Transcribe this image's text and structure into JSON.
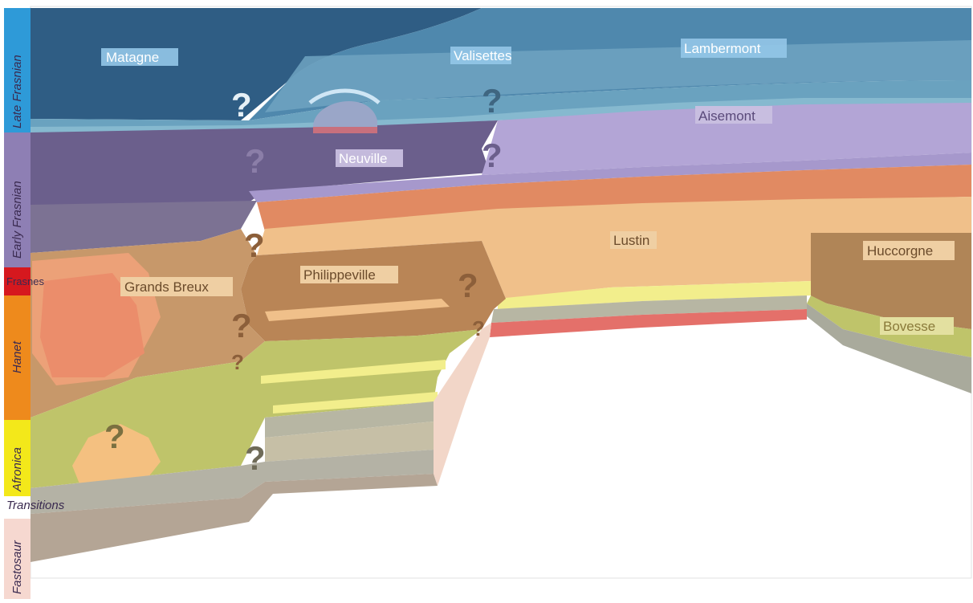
{
  "zones": [
    {
      "id": "late-frasnian",
      "label": "Late Frasnian",
      "color": "#2e9ad8"
    },
    {
      "id": "early-frasnian",
      "label": "Early Frasnian",
      "color": "#8e7fb4"
    },
    {
      "id": "frasnes",
      "label": "Frasnes",
      "color": "#d6181e"
    },
    {
      "id": "hanonet",
      "label": "Hanet",
      "color": "#ee8a1c"
    },
    {
      "id": "ahrendt",
      "label": "Afronica",
      "color": "#f3e81a"
    },
    {
      "id": "transitions",
      "label": "Transitions",
      "color": "#ffffff"
    },
    {
      "id": "fastosau",
      "label": "Fastosaur",
      "color": "#f6d8d0"
    }
  ],
  "formations": {
    "matagne": "Matagne",
    "valisettes": "Valisettes",
    "lambermont": "Lambermont",
    "aisemont": "Aisemont",
    "neuville": "Neuville",
    "lustin": "Lustin",
    "huccorgne": "Huccorgne",
    "philippeville": "Philippeville",
    "grands_breux": "Grands Breux",
    "bovesse": "Bovesse"
  },
  "unknown_mark": "?",
  "colors": {
    "late_frasnian_dark": "#2f5d84",
    "late_frasnian_mid": "#4f88ad",
    "late_frasnian_light": "#74acc6",
    "neuville": "#6b5f8c",
    "aisemont": "#b3a5d6",
    "lustin_orange": "#e18a62",
    "lustin_tan": "#f0c08a",
    "philippeville": "#b98556",
    "huccorgne": "#b08557",
    "green": "#bfc46a",
    "yellow": "#f2ee8c",
    "grey": "#b7b6a3",
    "brown_grey": "#b4a595",
    "red": "#e4706a",
    "label_bg_blue": "#94c6e8",
    "label_bg_purple": "#c9bfe0",
    "label_bg_tan": "#efcfa3"
  }
}
